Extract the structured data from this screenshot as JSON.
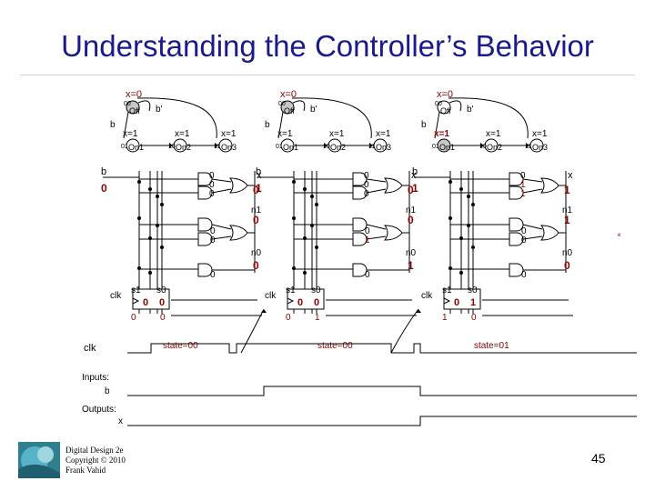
{
  "slide": {
    "title": "Understanding the Controller’s Behavior",
    "page_number": "45",
    "footer_credit": [
      "Digital Design 2e",
      "Copyright © 2010",
      "Frank Vahid"
    ],
    "stray_mark": "e"
  },
  "colors": {
    "title": "#1a1a8c",
    "highlight": "#8b0000",
    "wire": "#000000",
    "gate_fill": "#ffffff",
    "fsm_active_state": "#c7c7c7"
  },
  "panels": [
    {
      "fsm": {
        "edge_top": "x=0",
        "edge_b_prime": "b'",
        "edge_b": "b",
        "edges_x1": [
          "x=1",
          "x=1"
        ],
        "states": [
          {
            "code": "00",
            "name": "Off",
            "active": true
          },
          {
            "code": "01",
            "name": "On1",
            "active": false
          },
          {
            "code": "10",
            "name": "On2",
            "active": false
          },
          {
            "code": "11",
            "name": "On3",
            "active": false
          }
        ]
      },
      "b_label": "b",
      "b_value": "0",
      "gate_inputs": [
        "0",
        "0",
        "0",
        "0",
        "0",
        "0"
      ],
      "x_label": "x",
      "x_value": "0",
      "n1_label": "n1",
      "n1_value": "0",
      "n0_label": "n0",
      "n0_value": "0",
      "clk": "clk",
      "s1_label": "s1",
      "s1_value": "0",
      "s0_label": "s0",
      "s0_value": "0",
      "reg_out": [
        "0",
        "0"
      ],
      "state_text": "state=00"
    },
    {
      "fsm": {
        "edge_top": "x=0",
        "edge_b_prime": "b'",
        "edge_b": "b",
        "edges_x1": [
          "x=1",
          "x=1"
        ],
        "states": [
          {
            "code": "00",
            "name": "Off",
            "active": true
          },
          {
            "code": "01",
            "name": "On1",
            "active": false
          },
          {
            "code": "10",
            "name": "On2",
            "active": false
          },
          {
            "code": "11",
            "name": "On3",
            "active": false
          }
        ]
      },
      "b_label": "b",
      "b_value": "1",
      "gate_inputs": [
        "0",
        "0",
        "0",
        "0",
        "1",
        "0"
      ],
      "x_label": "x",
      "x_value": "0",
      "n1_label": "n1",
      "n1_value": "0",
      "n0_label": "n0",
      "n0_value": "1",
      "clk": "clk",
      "s1_label": "s1",
      "s1_value": "0",
      "s0_label": "s0",
      "s0_value": "0",
      "reg_out": [
        "0",
        "1"
      ],
      "state_text": "state=00"
    },
    {
      "fsm": {
        "edge_top": "x=0",
        "edge_b_prime": "b'",
        "edge_b": "b",
        "edges_x1": [
          "x=1",
          "x=1"
        ],
        "states": [
          {
            "code": "00",
            "name": "Off",
            "active": false
          },
          {
            "code": "01",
            "name": "On1",
            "active": true
          },
          {
            "code": "10",
            "name": "On2",
            "active": false
          },
          {
            "code": "11",
            "name": "On3",
            "active": false
          }
        ]
      },
      "b_label": "b",
      "b_value": "1",
      "gate_inputs": [
        "0",
        "1",
        "1",
        "0",
        "0",
        "0"
      ],
      "x_label": "x",
      "x_value": "1",
      "n1_label": "n1",
      "n1_value": "1",
      "n0_label": "n0",
      "n0_value": "0",
      "clk": "clk",
      "s1_label": "s1",
      "s1_value": "0",
      "s0_label": "s0",
      "s0_value": "1",
      "reg_out": [
        "1",
        "0"
      ],
      "state_text": "state=01"
    }
  ],
  "timing": {
    "clk_label": "clk",
    "inputs_label": "Inputs:",
    "input_name": "b",
    "outputs_label": "Outputs:",
    "output_name": "x"
  }
}
